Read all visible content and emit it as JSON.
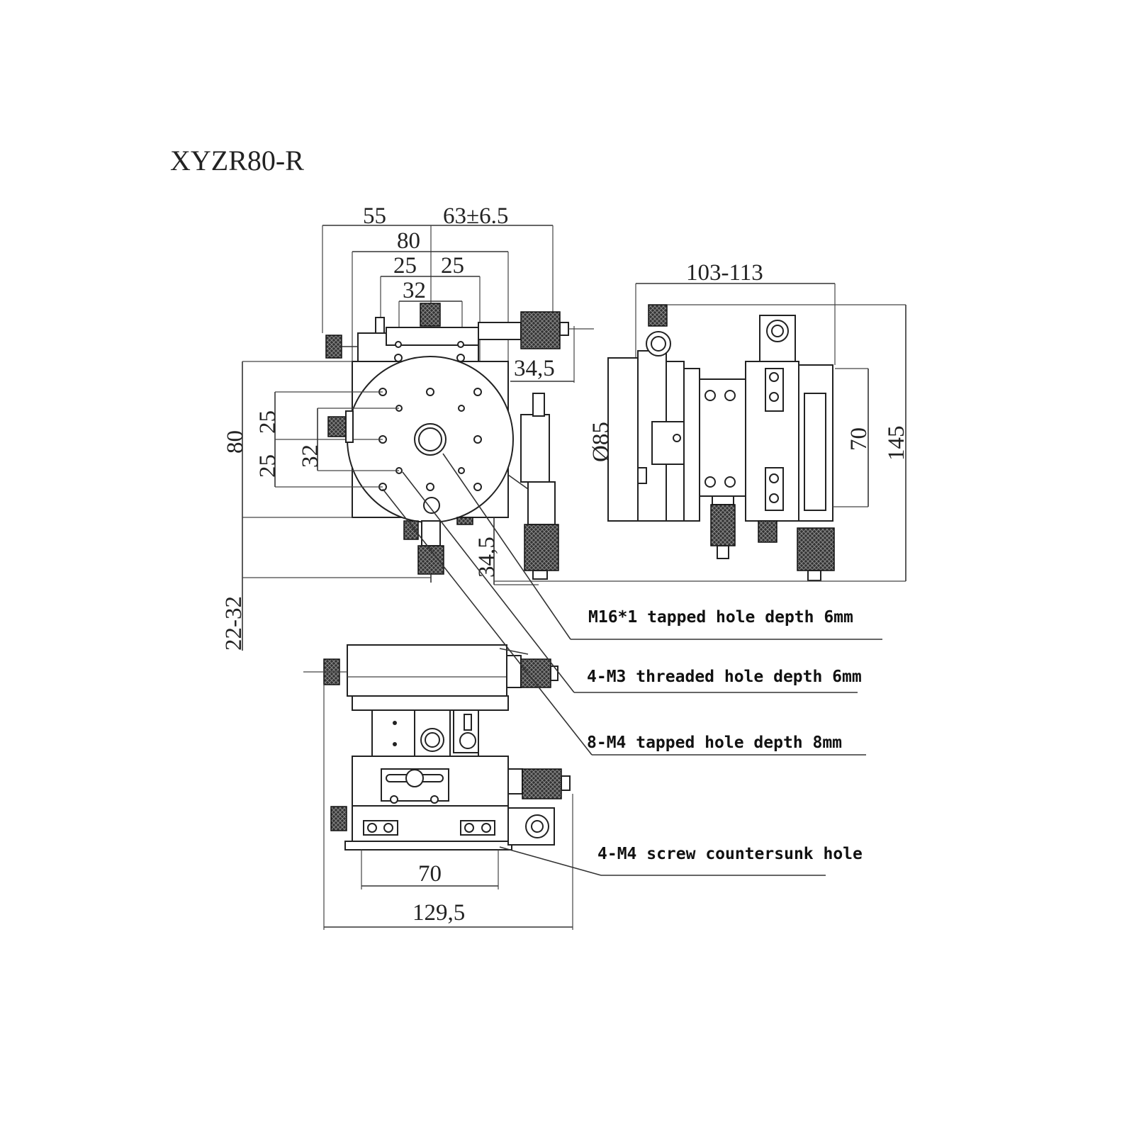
{
  "title": "XYZR80-R",
  "top_view": {
    "dims": {
      "d55": "55",
      "d63": "63±6.5",
      "d80_top": "80",
      "d25_left": "25",
      "d25_right": "25",
      "d32_top": "32",
      "d34_5_top": "34,5",
      "d80_left": "80",
      "d25_v_upper": "25",
      "d25_v_lower": "25",
      "d32_v": "32",
      "d34_5_bottom": "34,5",
      "d22_32": "22-32"
    }
  },
  "side_view": {
    "dims": {
      "d103_113": "103-113",
      "d85": "Ø85",
      "d70": "70",
      "d145": "145"
    }
  },
  "front_view": {
    "dims": {
      "d70": "70",
      "d129_5": "129,5"
    }
  },
  "callouts": [
    "M16*1 tapped hole depth 6mm",
    "4-M3 threaded hole depth 6mm",
    "8-M4 tapped hole depth 8mm",
    "4-M4 screw countersunk hole"
  ]
}
